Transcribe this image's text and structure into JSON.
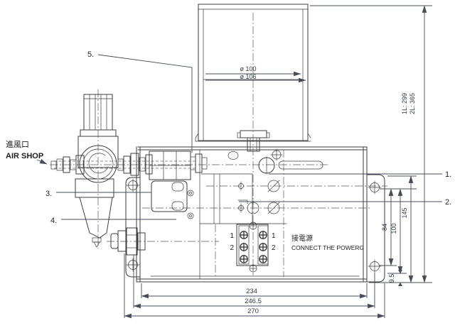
{
  "drawing": {
    "air_inlet": {
      "cn": "進風口",
      "en": "AIR SHOP"
    },
    "power": {
      "cn": "接電源",
      "en": "CONNECT THE POWERG"
    },
    "callouts": {
      "c1": "1.",
      "c2": "2.",
      "c3": "3.",
      "c4": "4.",
      "c5": "5."
    },
    "terminal": {
      "row1": "1",
      "row2": "2"
    },
    "dims": {
      "dia_inner": "ø 100",
      "dia_outer": "ø 106",
      "height_1l": "1L: 299",
      "height_2l": "2L: 365",
      "width_a": "234",
      "width_b": "246.5",
      "width_c": "270",
      "hole_spacing": "84",
      "hole_to_base": "100",
      "body_height": "145",
      "foot_offset": "9.5"
    },
    "colors": {
      "line": "#3d3d3d",
      "dim_text": "#343a46",
      "background": "#ffffff"
    }
  }
}
